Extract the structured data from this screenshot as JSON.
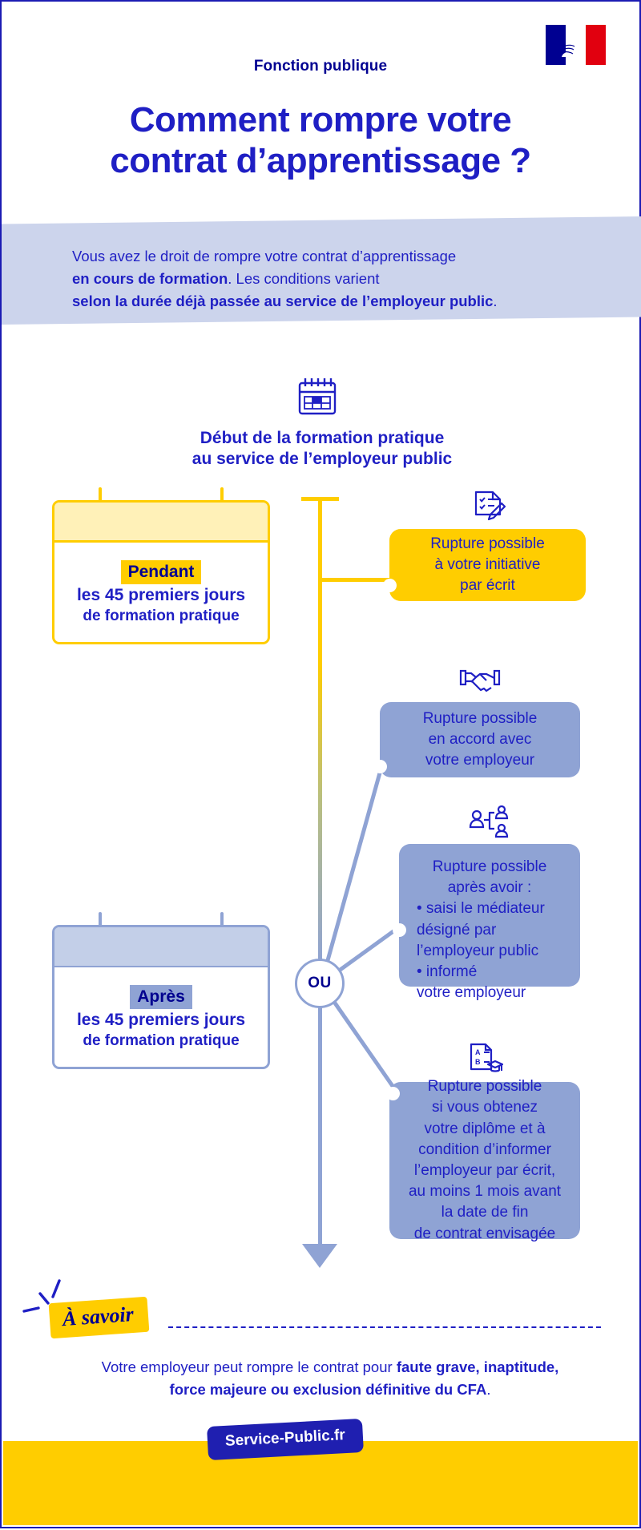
{
  "header": {
    "flag_logo": "french-republic-flag-marianne",
    "kicker": "Fonction publique",
    "title_line1": "Comment rompre votre",
    "title_line2": "contrat d’apprentissage ?"
  },
  "intro": {
    "line1": "Vous avez le droit de rompre votre contrat d’apprentissage",
    "line2_bold": "en cours de formation",
    "line2_rest": ". Les conditions varient",
    "line3_bold": "selon la durée déjà passée au service de l’employeur public",
    "line3_rest": "."
  },
  "timeline": {
    "start_icon": "calendar-icon",
    "start_label_line1": "Début de la formation pratique",
    "start_label_line2": "au service de l’employeur public",
    "junction_label": "OU",
    "arrow_icon": "down-arrow-icon"
  },
  "periods": [
    {
      "id": "pendant",
      "highlight": "Pendant",
      "line1": "les 45 premiers jours",
      "line2": "de formation pratique",
      "color": "#FFCD00"
    },
    {
      "id": "apres",
      "highlight": "Après",
      "line1": "les 45 premiers jours",
      "line2": "de formation pratique",
      "color": "#8FA3D4"
    }
  ],
  "outcomes": [
    {
      "id": "initiative",
      "icon": "document-checklist-pen-icon",
      "style": "yellow",
      "lines": [
        "Rupture possible",
        "à votre initiative",
        "par écrit"
      ]
    },
    {
      "id": "accord-employeur",
      "icon": "handshake-icon",
      "style": "blue",
      "lines": [
        "Rupture possible",
        "en accord avec",
        "votre employeur"
      ]
    },
    {
      "id": "mediateur",
      "icon": "mediator-people-icon",
      "style": "blue",
      "intro_lines": [
        "Rupture possible",
        "après avoir :"
      ],
      "bullets": [
        "• saisi le médiateur",
        "   désigné par",
        "   l’employeur public",
        "• informé",
        "   votre employeur"
      ]
    },
    {
      "id": "diplome",
      "icon": "diploma-graduation-icon",
      "style": "blue",
      "lines": [
        "Rupture possible",
        "si vous obtenez",
        "votre diplôme et à",
        "condition d’informer",
        "l’employeur par écrit,",
        "au moins 1 mois avant",
        "la date de fin",
        "de contrat envisagée"
      ]
    }
  ],
  "note": {
    "sparkle_icon": "sparkle-lines-icon",
    "chip_label": "À savoir",
    "text_plain": "Votre employeur peut rompre le contrat pour ",
    "text_bold": "faute grave, inaptitude, force majeure ou exclusion définitive du CFA",
    "text_end": "."
  },
  "footer": {
    "badge_label": "Service-Public.fr",
    "band_color": "#FFCD00",
    "badge_color": "#1F1FB0"
  },
  "colors": {
    "brand_blue": "#1F1FC4",
    "deep_blue": "#000091",
    "yellow": "#FFCD00",
    "light_yellow": "#FFF1B8",
    "periwinkle": "#8FA3D4",
    "lavender": "#CCD4EC"
  }
}
